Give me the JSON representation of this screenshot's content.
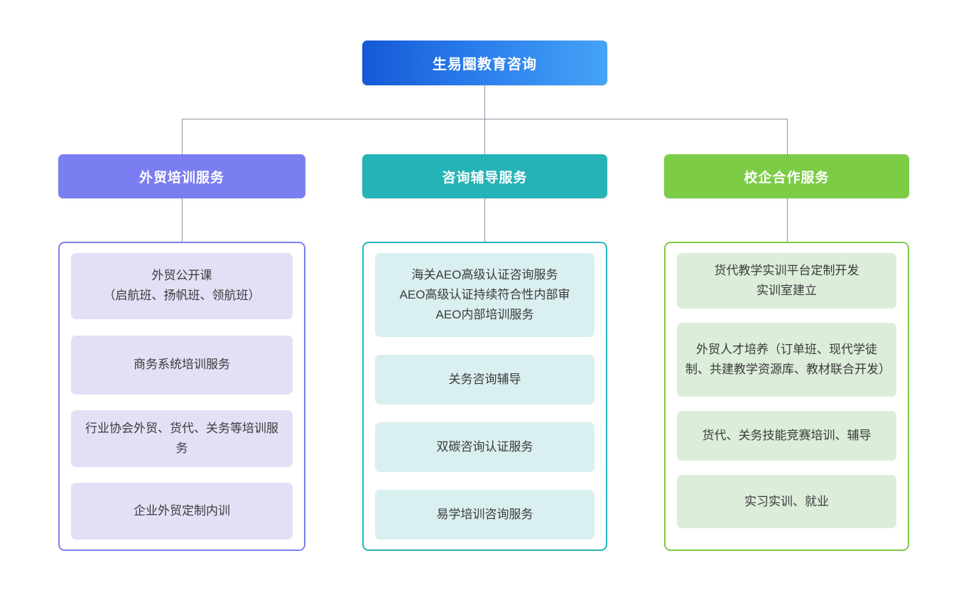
{
  "diagram": {
    "title": "生易圈教育咨询",
    "root": {
      "label": "生易圈教育咨询",
      "color_start": "#1559d6",
      "color_end": "#45a3f7"
    },
    "connector_color": "#8a95a5",
    "columns": [
      {
        "header": "外贸培训服务",
        "header_color": "#7b7ef0",
        "panel_border": "#7b7ef0",
        "item_bg": "#e3e0f6",
        "items": [
          "外贸公开课\n（启航班、扬帆班、领航班）",
          "商务系统培训服务",
          "行业协会外贸、货代、关务等培训服务",
          "企业外贸定制内训"
        ]
      },
      {
        "header": "咨询辅导服务",
        "header_color": "#26b3b8",
        "panel_border": "#26b3b8",
        "item_bg": "#daeff0",
        "items": [
          "海关AEO高级认证咨询服务\nAEO高级认证持续符合性内部审\nAEO内部培训服务",
          "关务咨询辅导",
          "双碳咨询认证服务",
          "易学培训咨询服务"
        ]
      },
      {
        "header": "校企合作服务",
        "header_color": "#7ccc46",
        "panel_border": "#7ccc46",
        "item_bg": "#dcedda",
        "items": [
          "货代教学实训平台定制开发\n实训室建立",
          "外贸人才培养（订单班、现代学徒制、共建教学资源库、教材联合开发）",
          "货代、关务技能竞赛培训、辅导",
          "实习实训、就业"
        ]
      }
    ]
  }
}
